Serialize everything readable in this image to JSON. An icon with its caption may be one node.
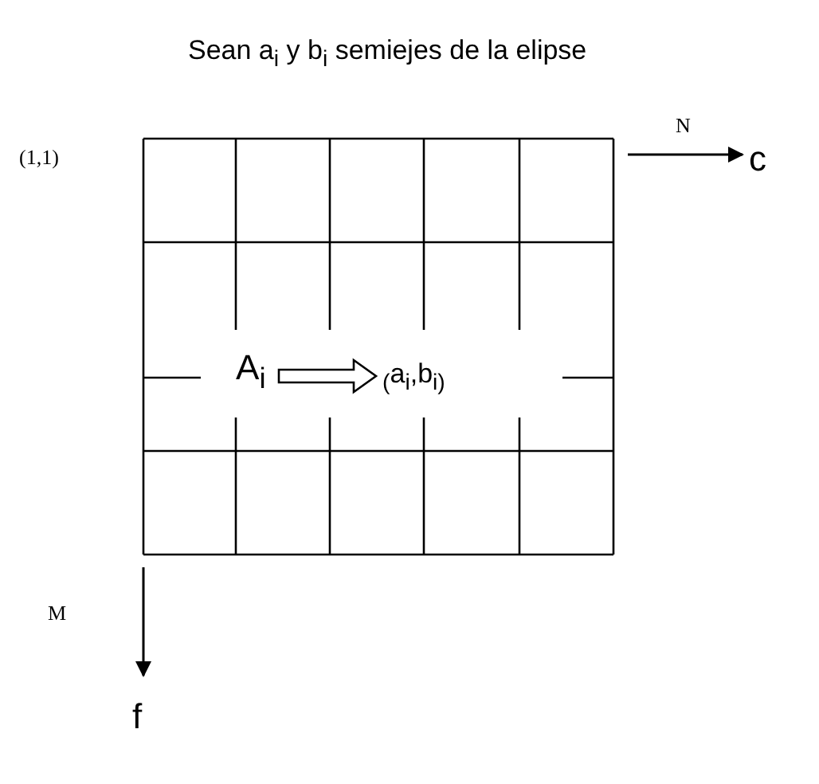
{
  "diagram": {
    "title": "Sean a$_{i}$ y b$_{i}$ semiejes de la elipse",
    "nodes": [
      {
        "text": [
          "A$_{i}$"
        ]
      },
      {
        "text": [
          "$_{(}$a$_{i}$,b$_{i)}$"
        ]
      }
    ],
    "edges": [
      {
        "from": 0,
        "to": 1,
        "arrow": "to"
      }
    ],
    "labels": [
      "(1,1)",
      "N",
      "c",
      "M",
      "f"
    ]
  }
}
